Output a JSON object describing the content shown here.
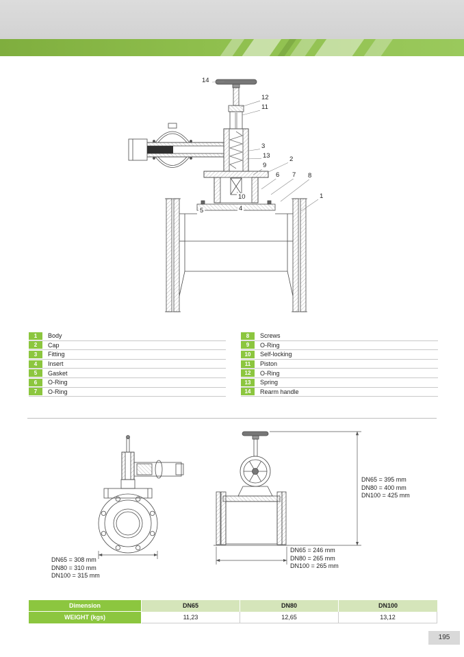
{
  "page": {
    "number": "195"
  },
  "callouts": [
    "14",
    "12",
    "11",
    "3",
    "13",
    "2",
    "9",
    "6",
    "7",
    "8",
    "1",
    "10",
    "4",
    "5"
  ],
  "parts": {
    "left": [
      {
        "num": "1",
        "label": "Body"
      },
      {
        "num": "2",
        "label": "Cap"
      },
      {
        "num": "3",
        "label": "Fitting"
      },
      {
        "num": "4",
        "label": "Insert"
      },
      {
        "num": "5",
        "label": "Gasket"
      },
      {
        "num": "6",
        "label": "O-Ring"
      },
      {
        "num": "7",
        "label": "O-Ring"
      }
    ],
    "right": [
      {
        "num": "8",
        "label": "Screws"
      },
      {
        "num": "9",
        "label": "O-Ring"
      },
      {
        "num": "10",
        "label": "Self-locking"
      },
      {
        "num": "11",
        "label": "Piston"
      },
      {
        "num": "12",
        "label": "O-Ring"
      },
      {
        "num": "13",
        "label": "Spring"
      },
      {
        "num": "14",
        "label": "Rearm handle"
      }
    ]
  },
  "dimensions": {
    "side_width": [
      "DN65 = 308 mm",
      "DN80 = 310 mm",
      "DN100 = 315 mm"
    ],
    "height": [
      "DN65 = 395 mm",
      "DN80 = 400 mm",
      "DN100 = 425 mm"
    ],
    "front_width": [
      "DN65 = 246 mm",
      "DN80 = 265 mm",
      "DN100 = 265 mm"
    ]
  },
  "weight_table": {
    "col_headers": [
      "Dimension",
      "DN65",
      "DN80",
      "DN100"
    ],
    "row_label": "WEIGHT (kgs)",
    "values": [
      "11,23",
      "12,65",
      "13,12"
    ]
  },
  "colors": {
    "accent_green": "#8cc63f",
    "light_green": "#d5e5ba",
    "band_gray": "#d9d9d9"
  }
}
